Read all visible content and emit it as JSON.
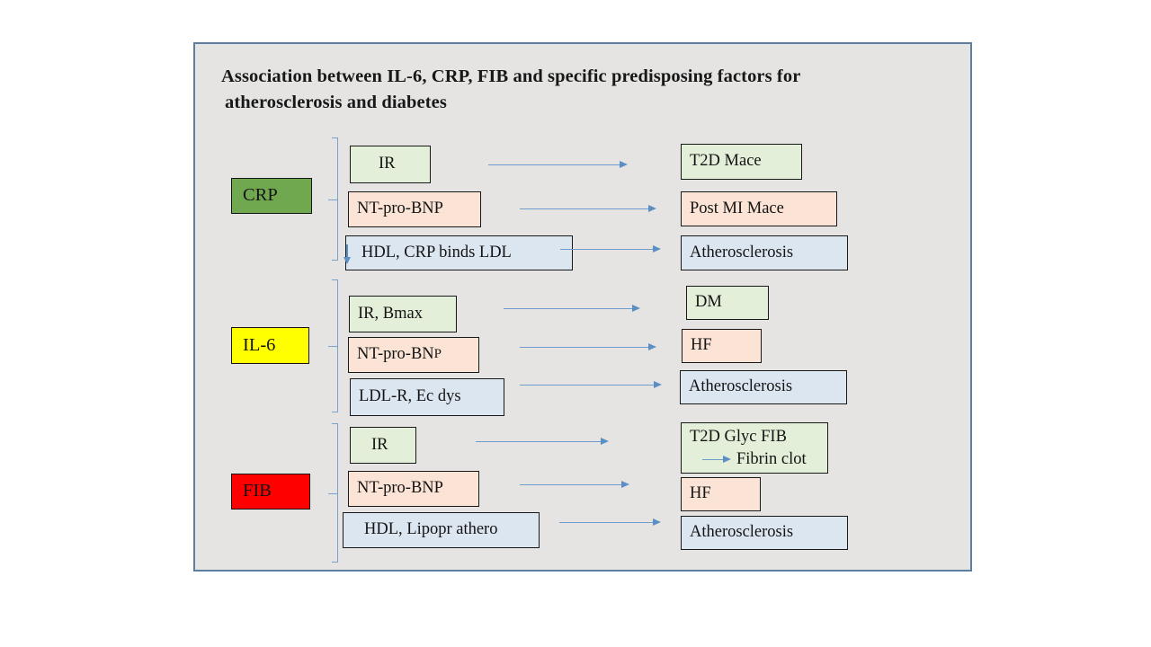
{
  "slide": {
    "title_line1": "Association between IL-6, CRP, FIB and specific predisposing  factors for",
    "title_line2": "atherosclerosis and diabetes",
    "background_color": "#e5e4e3",
    "border_color": "#5a7fa0"
  },
  "palette": {
    "marker_crp": "#70a850",
    "marker_il6": "#ffff00",
    "marker_fib": "#fe0000",
    "fill_green": "#e3efd9",
    "fill_peach": "#fbe3d5",
    "fill_blue": "#dce6f1",
    "arrow_blue": "#5b8fc4",
    "bracket_blue": "#7ba2cf"
  },
  "groups": [
    {
      "marker": "CRP",
      "marker_color": "#70a850",
      "rows": [
        {
          "factor": "IR",
          "target": "T2D Mace",
          "fill": "fill-green"
        },
        {
          "factor": "NT-pro-BNP",
          "target": "Post MI Mace",
          "fill": "fill-peach"
        },
        {
          "factor": "HDL, CRP binds LDL",
          "factor_prefix_icon": "down-arrow",
          "target": "Atherosclerosis",
          "fill": "fill-blue"
        }
      ]
    },
    {
      "marker": "IL-6",
      "marker_color": "#ffff00",
      "rows": [
        {
          "factor": "IR, Bmax",
          "target": "DM",
          "fill": "fill-green"
        },
        {
          "factor": "NT-pro-BN",
          "factor_suffix_small": "P",
          "target": "HF",
          "fill": "fill-peach"
        },
        {
          "factor": "LDL-R, Ec dys",
          "target": "Atherosclerosis",
          "fill": "fill-blue"
        }
      ]
    },
    {
      "marker": "FIB",
      "marker_color": "#fe0000",
      "rows": [
        {
          "factor": "IR",
          "target_line1": "T2D Glyc FIB",
          "target_line2": "Fibrin clot",
          "fill": "fill-green"
        },
        {
          "factor": "NT-pro-BNP",
          "target": "HF",
          "fill": "fill-peach"
        },
        {
          "factor": "HDL, Lipopr athero",
          "target": "Atherosclerosis",
          "fill": "fill-blue"
        }
      ]
    }
  ]
}
